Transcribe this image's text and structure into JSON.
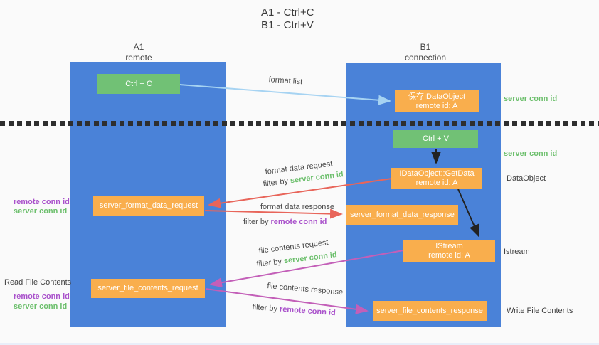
{
  "title": {
    "line1": "A1 - Ctrl+C",
    "line2": "B1 - Ctrl+V"
  },
  "columns": {
    "a1": {
      "name": "A1",
      "subtitle": "remote"
    },
    "b1": {
      "name": "B1",
      "subtitle": "connection"
    }
  },
  "nodes": {
    "ctrl_c": {
      "label": "Ctrl + C"
    },
    "save_idataobject": {
      "line1": "保存IDataObject",
      "line2": "remote id: A"
    },
    "ctrl_v": {
      "label": "Ctrl + V"
    },
    "getdata": {
      "line1": "IDataObject::GetData",
      "line2": "remote id: A"
    },
    "server_format_data_request": {
      "label": "server_format_data_request"
    },
    "server_format_data_response": {
      "label": "server_format_data_response"
    },
    "istream": {
      "line1": "IStream",
      "line2": "remote id: A"
    },
    "server_file_contents_request": {
      "label": "server_file_contents_request"
    },
    "server_file_contents_response": {
      "label": "server_file_contents_response"
    }
  },
  "arrows": {
    "format_list": {
      "label": "format list"
    },
    "format_data_request": {
      "label": "format data request",
      "filter_prefix": "filter by",
      "filter_key": "server conn id"
    },
    "format_data_response": {
      "label": "format data response",
      "filter_prefix": "filter by",
      "filter_key": "remote conn id"
    },
    "file_contents_request": {
      "label": "file contents request",
      "filter_prefix": "filter by",
      "filter_key": "server conn id"
    },
    "file_contents_response": {
      "label": "file contents response",
      "filter_prefix": "filter by",
      "filter_key": "remote conn id"
    }
  },
  "side_labels": {
    "server_conn_id_top": "server conn id",
    "server_conn_id_mid": "server conn id",
    "dataobject": "DataObject",
    "istream": "Istream",
    "read_file_contents": "Read File Contents",
    "write_file_contents": "Write File Contents",
    "left_mid": {
      "remote": "remote conn id",
      "server": "server conn id"
    },
    "left_bottom": {
      "remote": "remote conn id",
      "server": "server conn id"
    }
  },
  "colors": {
    "column_blue": "#4a82d8",
    "box_green": "#71c175",
    "box_orange": "#f9ae4d",
    "arrow_light_blue": "#a6d3f2",
    "arrow_red": "#e8655a",
    "arrow_magenta": "#c35fb8",
    "arrow_black": "#222222",
    "conn_id_green": "#6cbf6c",
    "conn_id_purple": "#a951cb"
  }
}
